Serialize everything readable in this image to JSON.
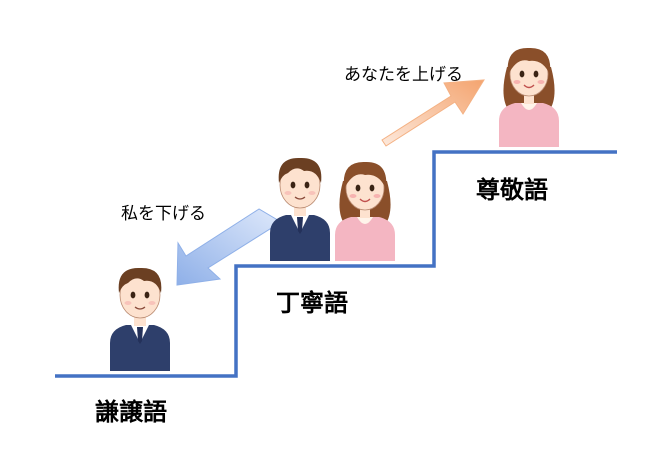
{
  "levels": {
    "humble": "謙譲語",
    "polite": "丁寧語",
    "respectful": "尊敬語"
  },
  "arrows": {
    "lower_self": "私を下げる",
    "raise_other": "あなたを上げる"
  },
  "colors": {
    "stair_line": "#4472c4",
    "arrow_down": "#8fb0e8",
    "arrow_up": "#f4b183",
    "suit": "#2e3f6b",
    "pink_jacket": "#f4b6c2",
    "hair_brown": "#6b3f22"
  },
  "figures": [
    {
      "name": "man-in-suit-bottom",
      "icon": "businessman-icon"
    },
    {
      "name": "man-in-suit-middle",
      "icon": "businessman-icon"
    },
    {
      "name": "woman-middle",
      "icon": "businesswoman-icon"
    },
    {
      "name": "woman-top",
      "icon": "businesswoman-icon"
    }
  ]
}
